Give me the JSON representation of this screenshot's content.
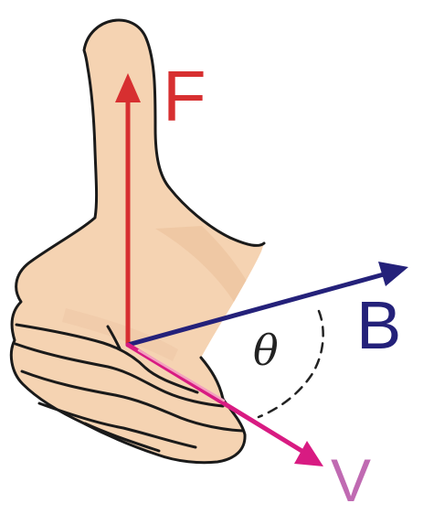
{
  "labels": {
    "force": "F",
    "magnetic_field": "B",
    "angle": "θ",
    "velocity": "V"
  },
  "colors": {
    "force": "#d72f30",
    "magnetic_field": "#24217a",
    "velocity": "#d81b82",
    "velocity_label": "#c06ab2",
    "angle_label": "#222222",
    "hand_fill": "#f5d3b2",
    "hand_outline": "#1a1a1a",
    "background": "#ffffff"
  }
}
